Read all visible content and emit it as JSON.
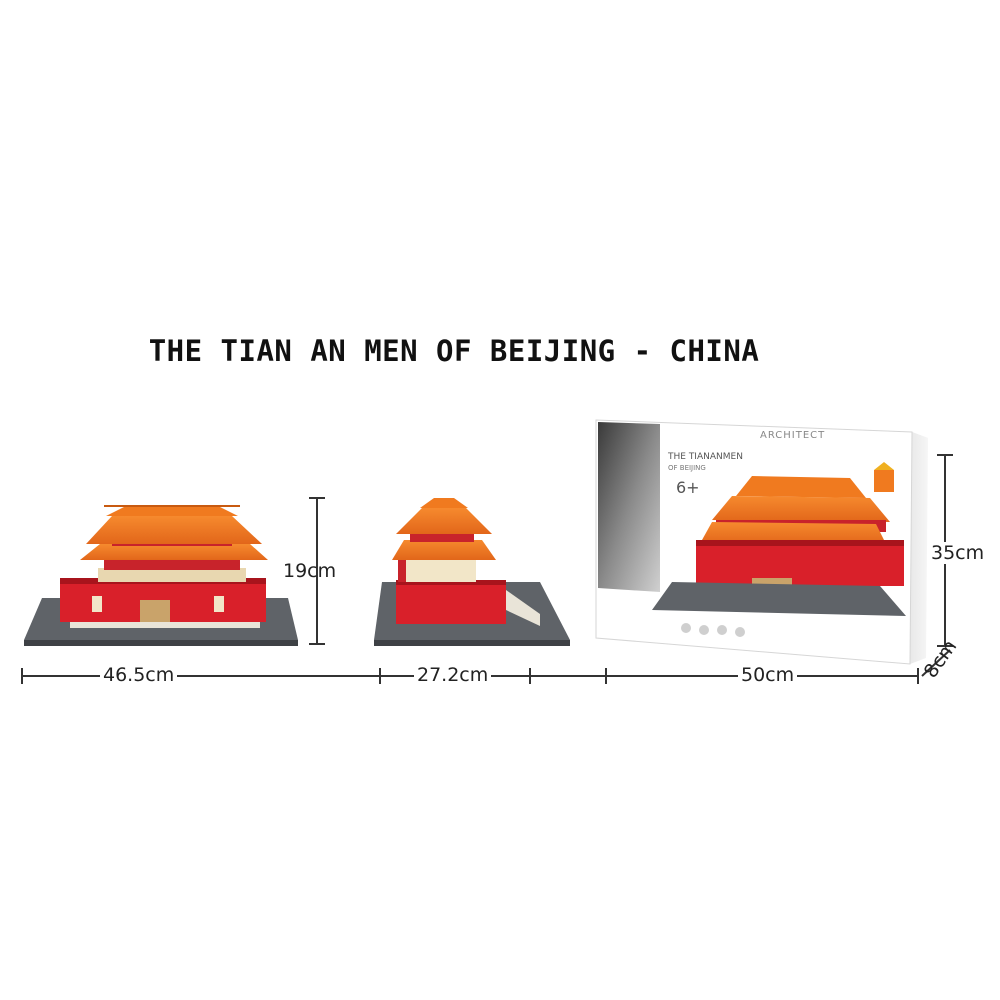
{
  "title": "THE TIAN AN MEN OF BEIJING - CHINA",
  "dimensions": {
    "height_model": "19cm",
    "width_front": "46.5cm",
    "width_side": "27.2cm",
    "box_width": "50cm",
    "box_height": "35cm",
    "box_depth": "8cm"
  },
  "box": {
    "brand_line": "ARCHITECT",
    "name": "THE TIANANMEN",
    "subname": "OF BEIJING",
    "age": "6+"
  },
  "colors": {
    "roof": "#f07a1f",
    "roof_dark": "#c85a10",
    "wall": "#d9202a",
    "wall_dark": "#a8141c",
    "baseplate": "#5a5e63",
    "dim_line": "#333333"
  }
}
